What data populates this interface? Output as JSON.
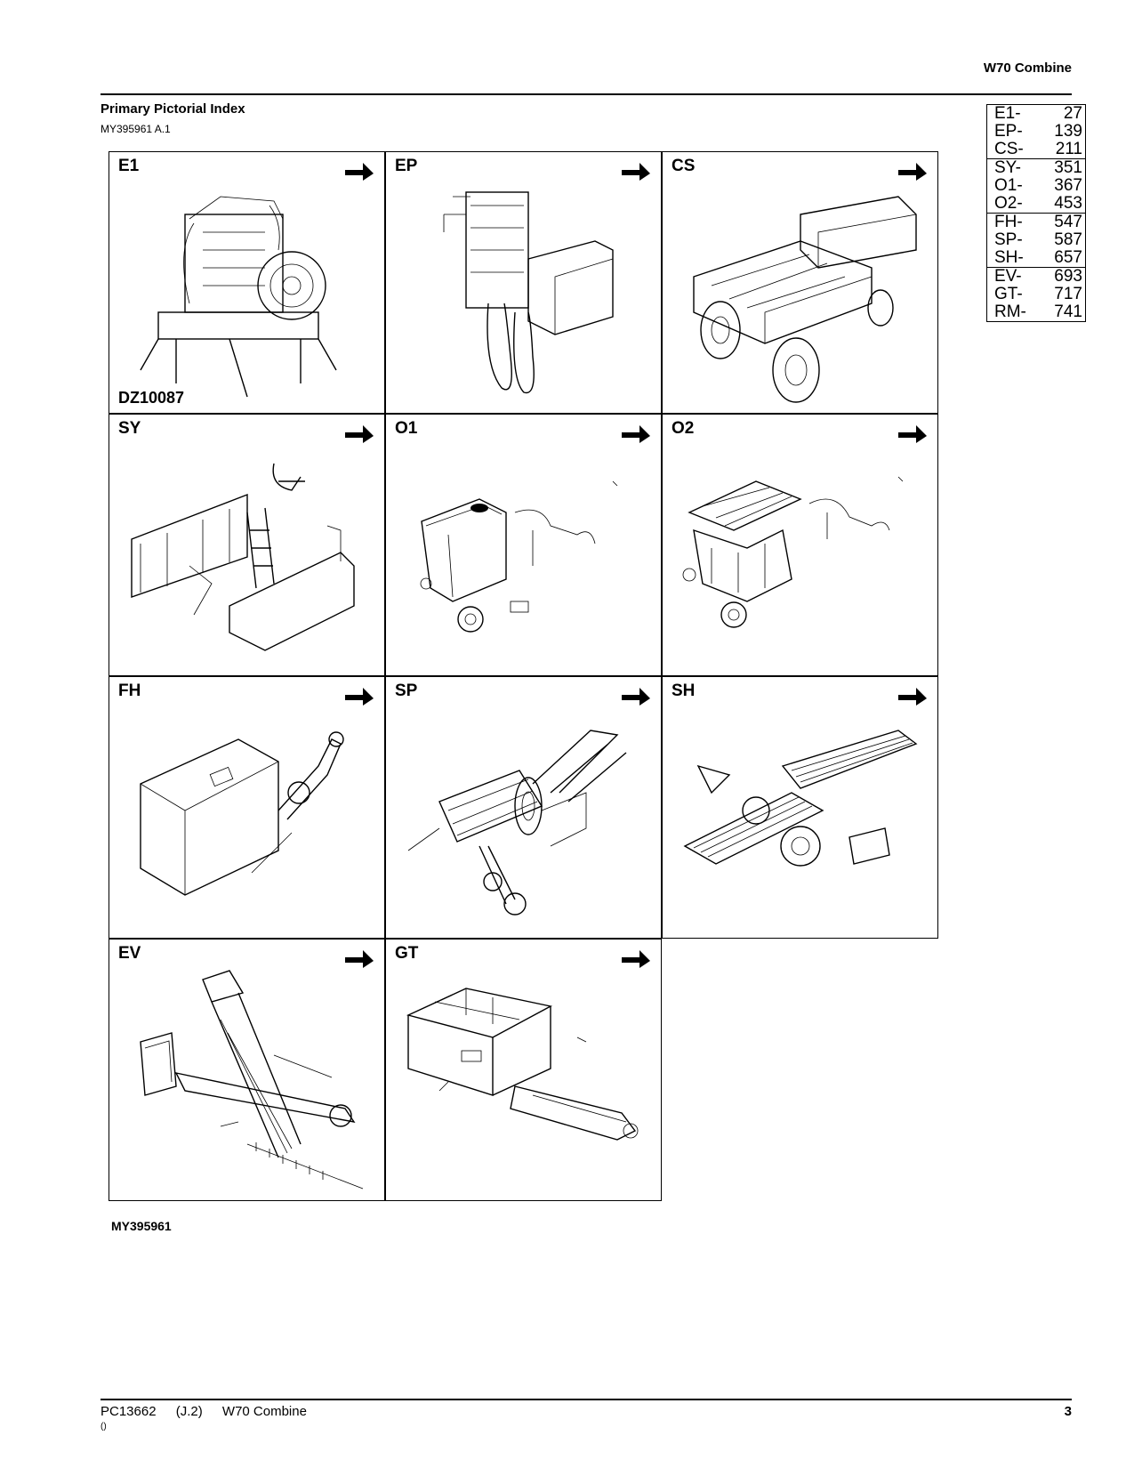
{
  "header": {
    "doc_title": "W70 Combine"
  },
  "section": {
    "title": "Primary Pictorial Index",
    "subtitle": "MY395961 A.1"
  },
  "cells": [
    {
      "code": "E1",
      "figref": "DZ10087"
    },
    {
      "code": "EP"
    },
    {
      "code": "CS"
    },
    {
      "code": "SY"
    },
    {
      "code": "O1"
    },
    {
      "code": "O2"
    },
    {
      "code": "FH"
    },
    {
      "code": "SP"
    },
    {
      "code": "SH"
    },
    {
      "code": "EV"
    },
    {
      "code": "GT"
    }
  ],
  "index": [
    [
      {
        "code": "E1-",
        "page": "27"
      },
      {
        "code": "EP-",
        "page": "139"
      },
      {
        "code": "CS-",
        "page": "211"
      }
    ],
    [
      {
        "code": "SY-",
        "page": "351"
      },
      {
        "code": "O1-",
        "page": "367"
      },
      {
        "code": "O2-",
        "page": "453"
      }
    ],
    [
      {
        "code": "FH-",
        "page": "547"
      },
      {
        "code": "SP-",
        "page": "587"
      },
      {
        "code": "SH-",
        "page": "657"
      }
    ],
    [
      {
        "code": "EV-",
        "page": "693"
      },
      {
        "code": "GT-",
        "page": "717"
      },
      {
        "code": "RM-",
        "page": "741"
      }
    ]
  ],
  "figure_id": "MY395961",
  "footer": {
    "doc_number": "PC13662",
    "revision": "(J.2)",
    "doc_title": "W70 Combine",
    "sub": "()",
    "page": "3"
  }
}
